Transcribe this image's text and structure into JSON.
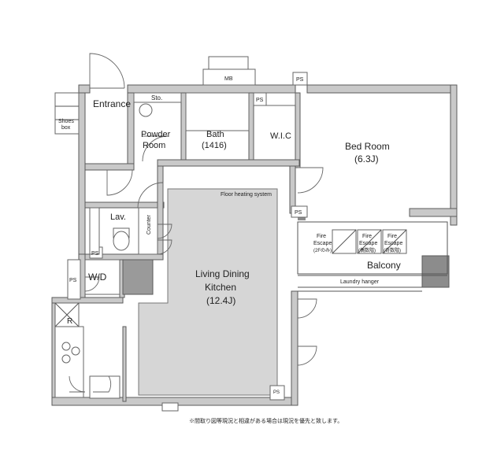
{
  "rooms": {
    "entrance": "Entrance",
    "shoes_box_line1": "Shoes",
    "shoes_box_line2": "box",
    "sto": "Sto.",
    "powder_room_line1": "Powder",
    "powder_room_line2": "Room",
    "bath": "Bath",
    "bath_size": "(1416)",
    "wic": "W.I.C",
    "bed_room": "Bed Room",
    "bed_room_size": "(6.3J)",
    "lav": "Lav.",
    "counter": "Counter",
    "wd": "W/D",
    "ldk_line1": "Living Dining",
    "ldk_line2": "Kitchen",
    "ldk_size": "(12.4J)",
    "fridge": "R",
    "balcony": "Balcony",
    "laundry_hanger": "Laundry hanger"
  },
  "tags": {
    "mb": "MB",
    "ps": "PS",
    "floor_heating": "Floor heating system"
  },
  "fire_escapes": [
    {
      "line1": "Fire",
      "line2": "Escape",
      "line3": "(2Fのみ)"
    },
    {
      "line1": "Fire",
      "line2": "Escape",
      "line3": "(偶数階)"
    },
    {
      "line1": "Fire",
      "line2": "Escape",
      "line3": "(奇数階)"
    }
  ],
  "note": "※間取り図等現況と相違がある場合は現況を優先と致します。",
  "colors": {
    "wall": "#c9c9c9",
    "floor_heating": "#d6d6d6",
    "column": "#8c8c8c",
    "line": "#555555"
  }
}
